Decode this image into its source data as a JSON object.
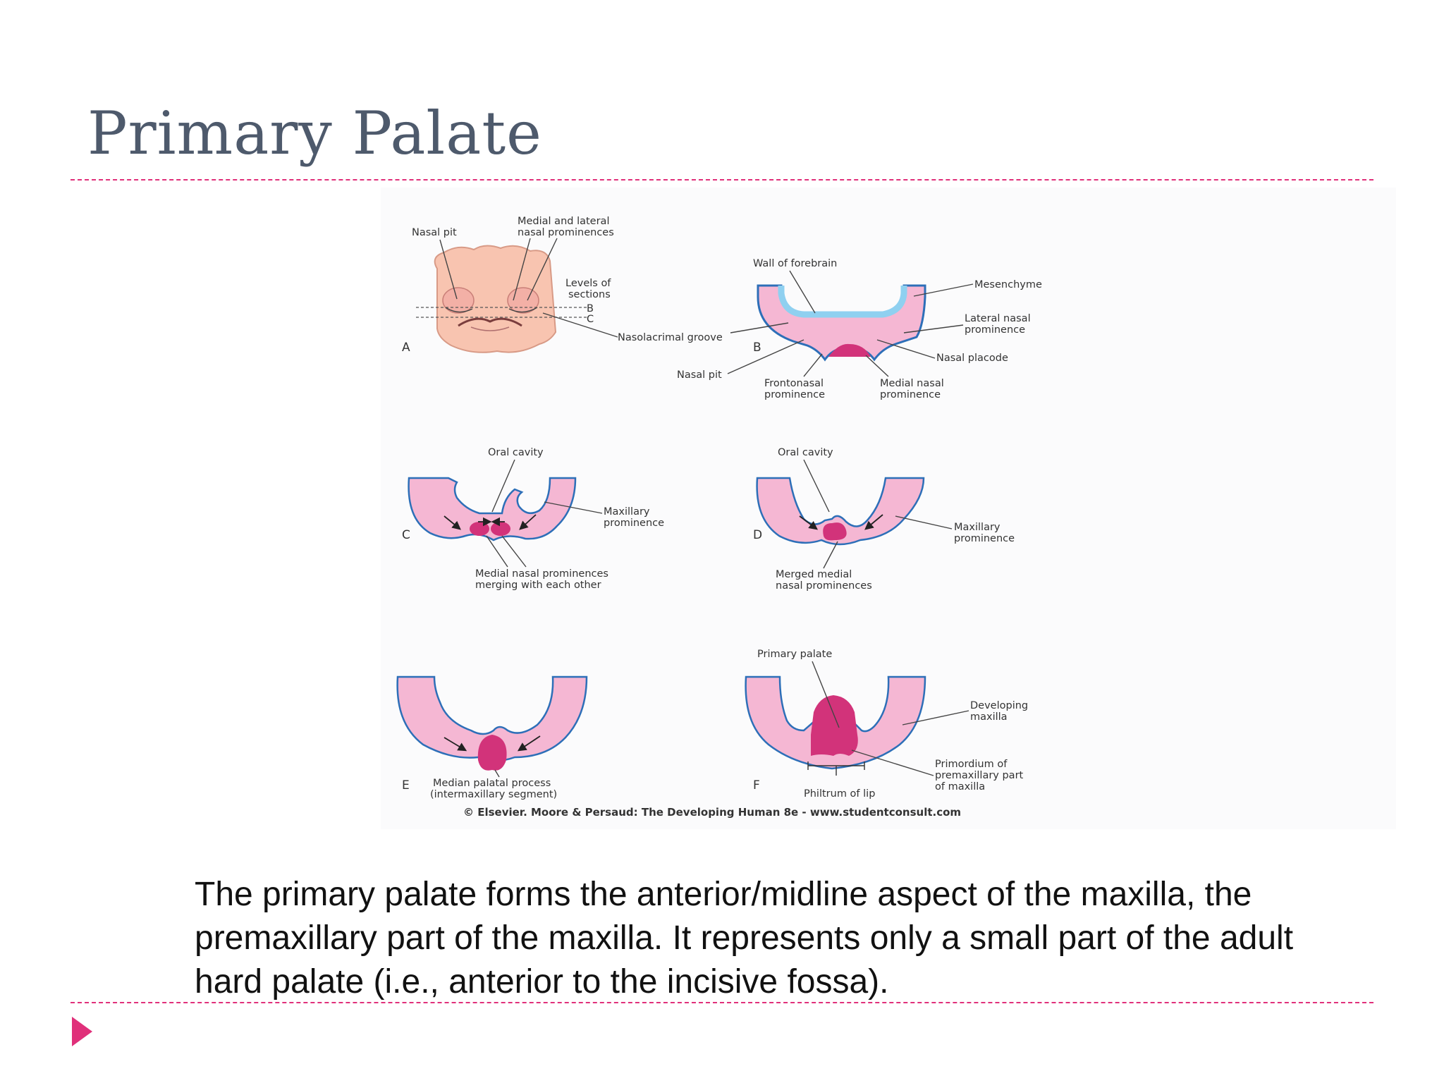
{
  "slide": {
    "title": "Primary Palate",
    "body_text": "The primary palate forms the anterior/midline aspect of the maxilla, the premaxillary part of the maxilla. It represents only a small part of the adult hard palate (i.e., anterior to the incisive fossa).",
    "accent_color": "#e0307a",
    "title_color": "#4e5a6c"
  },
  "figure": {
    "panel_a": {
      "letter": "A",
      "nasal_pit": "Nasal pit",
      "medial_lateral_1": "Medial and lateral",
      "medial_lateral_2": "nasal prominences",
      "levels_1": "Levels of",
      "levels_2": "sections",
      "level_b": "B",
      "level_c": "C",
      "nasolacrimal_groove": "Nasolacrimal groove"
    },
    "panel_b": {
      "letter": "B",
      "wall_of_forebrain": "Wall of forebrain",
      "mesenchyme": "Mesenchyme",
      "lateral_nasal_1": "Lateral nasal",
      "lateral_nasal_2": "prominence",
      "nasal_placode": "Nasal placode",
      "nasal_pit": "Nasal pit",
      "frontonasal_1": "Frontonasal",
      "frontonasal_2": "prominence",
      "medial_nasal_1": "Medial nasal",
      "medial_nasal_2": "prominence"
    },
    "panel_c": {
      "letter": "C",
      "oral_cavity": "Oral cavity",
      "maxillary_1": "Maxillary",
      "maxillary_2": "prominence",
      "merging_1": "Medial nasal prominences",
      "merging_2": "merging with each other"
    },
    "panel_d": {
      "letter": "D",
      "oral_cavity": "Oral cavity",
      "maxillary_1": "Maxillary",
      "maxillary_2": "prominence",
      "merged_1": "Merged medial",
      "merged_2": "nasal prominences"
    },
    "panel_e": {
      "letter": "E",
      "median_1": "Median palatal process",
      "median_2": "(intermaxillary segment)"
    },
    "panel_f": {
      "letter": "F",
      "primary_palate": "Primary palate",
      "developing_1": "Developing",
      "developing_2": "maxilla",
      "primordium_1": "Primordium of",
      "primordium_2": "premaxillary part",
      "primordium_3": "of maxilla",
      "philtrum": "Philtrum of lip"
    },
    "credit": "© Elsevier. Moore & Persaud: The Developing Human 8e - www.studentconsult.com"
  }
}
